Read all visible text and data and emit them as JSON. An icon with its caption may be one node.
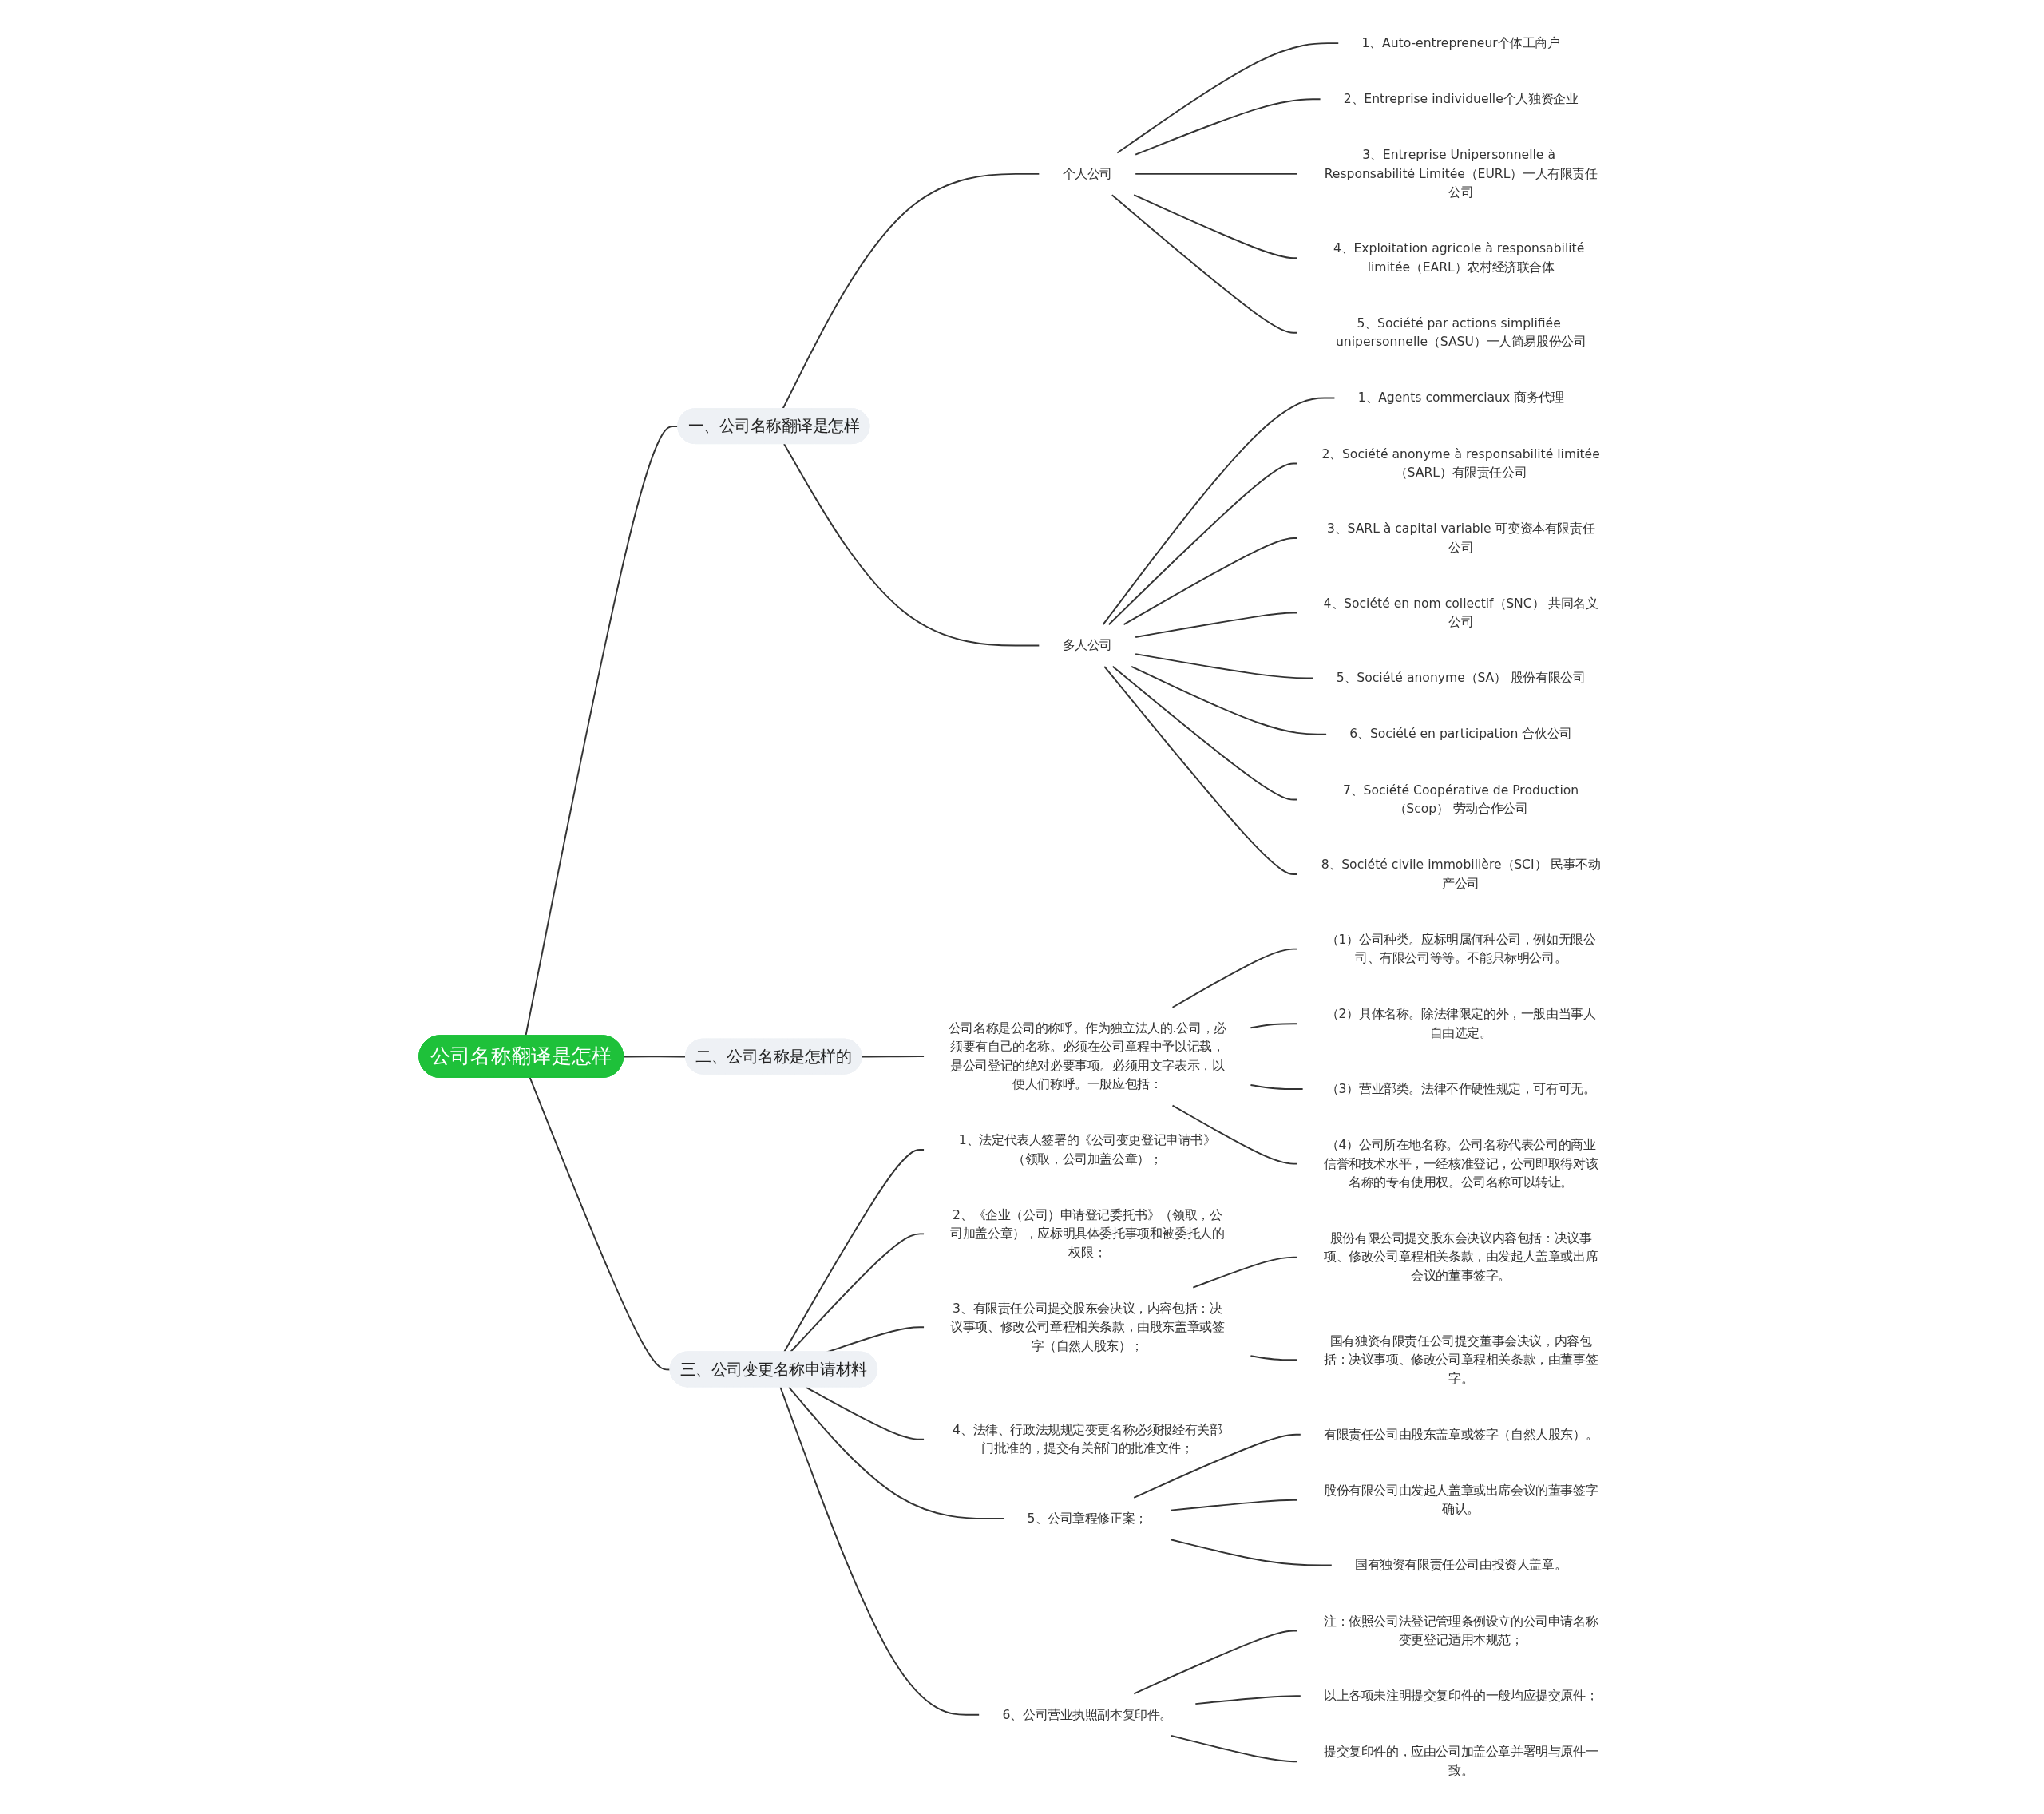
{
  "diagram": {
    "nodes": [
      {
        "text": [
          "公司名称翻译是怎样"
        ]
      },
      {
        "text": [
          "一、公司名称翻译是怎样"
        ]
      },
      {
        "text": [
          "个人公司"
        ]
      },
      {
        "text": [
          "1、Auto-entrepreneur个体工商户"
        ]
      },
      {
        "text": [
          "2、Entreprise individuelle个人独资企业"
        ]
      },
      {
        "text": [
          "3、Entreprise Unipersonnelle à Responsabilité Limitée（EURL）一人有限责任公司"
        ]
      },
      {
        "text": [
          "4、Exploitation agricole à responsabilité limitée（EARL）农村经济联合体"
        ]
      },
      {
        "text": [
          "5、Société par actions simplifiée unipersonnelle（SASU）一人简易股份公司"
        ]
      },
      {
        "text": [
          "多人公司"
        ]
      },
      {
        "text": [
          "1、Agents commerciaux 商务代理"
        ]
      },
      {
        "text": [
          "2、Société anonyme à responsabilité limitée（SARL）有限责任公司"
        ]
      },
      {
        "text": [
          "3、SARL à capital variable 可变资本有限责任公司"
        ]
      },
      {
        "text": [
          "4、Société en nom collectif（SNC） 共同名义公司"
        ]
      },
      {
        "text": [
          "5、Société anonyme（SA） 股份有限公司"
        ]
      },
      {
        "text": [
          "6、Société en participation 合伙公司"
        ]
      },
      {
        "text": [
          "7、Société Coopérative de Production（Scop） 劳动合作公司"
        ]
      },
      {
        "text": [
          "8、Société civile immobilière（SCI） 民事不动产公司"
        ]
      },
      {
        "text": [
          "二、公司名称是怎样的"
        ]
      },
      {
        "text": [
          "公司名称是公司的称呼。作为独立法人的.公司，必须要有自己的名称。必须在公司章程中予以记载，是公司登记的绝对必要事项。必须用文字表示，以便人们称呼。一般应包括："
        ]
      },
      {
        "text": [
          "（1）公司种类。应标明属何种公司，例如无限公司、有限公司等等。不能只标明公司。"
        ]
      },
      {
        "text": [
          "（2）具体名称。除法律限定的外，一般由当事人自由选定。"
        ]
      },
      {
        "text": [
          "（3）营业部类。法律不作硬性规定，可有可无。"
        ]
      },
      {
        "text": [
          "（4）公司所在地名称。公司名称代表公司的商业信誉和技术水平，一经核准登记，公司即取得对该名称的专有使用权。公司名称可以转让。"
        ]
      },
      {
        "text": [
          "三、公司变更名称申请材料"
        ]
      },
      {
        "text": [
          "1、法定代表人签署的《公司变更登记申请书》（领取，公司加盖公章）；"
        ]
      },
      {
        "text": [
          "2、《企业（公司）申请登记委托书》（领取，公司加盖公章），应标明具体委托事项和被委托人的权限；"
        ]
      },
      {
        "text": [
          "3、有限责任公司提交股东会决议，内容包括：决议事项、修改公司章程相关条款，由股东盖章或签字（自然人股东）；"
        ]
      },
      {
        "text": [
          "股份有限公司提交股东会决议内容包括：决议事项、修改公司章程相关条款，由发起人盖章或出席会议的董事签字。"
        ]
      },
      {
        "text": [
          "国有独资有限责任公司提交董事会决议，内容包括：决议事项、修改公司章程相关条款，由董事签字。"
        ]
      },
      {
        "text": [
          "4、法律、行政法规规定变更名称必须报经有关部门批准的，提交有关部门的批准文件；"
        ]
      },
      {
        "text": [
          "5、公司章程修正案；"
        ]
      },
      {
        "text": [
          "有限责任公司由股东盖章或签字（自然人股东）。"
        ]
      },
      {
        "text": [
          "股份有限公司由发起人盖章或出席会议的董事签字确认。"
        ]
      },
      {
        "text": [
          "国有独资有限责任公司由投资人盖章。"
        ]
      },
      {
        "text": [
          "6、公司营业执照副本复印件。"
        ]
      },
      {
        "text": [
          "注：依照公司法登记管理条例设立的公司申请名称变更登记适用本规范；"
        ]
      },
      {
        "text": [
          "以上各项未注明提交复印件的一般均应提交原件；"
        ]
      },
      {
        "text": [
          "提交复印件的，应由公司加盖公章并署明与原件一致。"
        ]
      }
    ],
    "edges": [
      {
        "from": 0,
        "to": 1,
        "arrow": "none"
      },
      {
        "from": 1,
        "to": 2,
        "arrow": "none"
      },
      {
        "from": 2,
        "to": 3,
        "arrow": "none"
      },
      {
        "from": 2,
        "to": 4,
        "arrow": "none"
      },
      {
        "from": 2,
        "to": 5,
        "arrow": "none"
      },
      {
        "from": 2,
        "to": 6,
        "arrow": "none"
      },
      {
        "from": 2,
        "to": 7,
        "arrow": "none"
      },
      {
        "from": 1,
        "to": 8,
        "arrow": "none"
      },
      {
        "from": 8,
        "to": 9,
        "arrow": "none"
      },
      {
        "from": 8,
        "to": 10,
        "arrow": "none"
      },
      {
        "from": 8,
        "to": 11,
        "arrow": "none"
      },
      {
        "from": 8,
        "to": 12,
        "arrow": "none"
      },
      {
        "from": 8,
        "to": 13,
        "arrow": "none"
      },
      {
        "from": 8,
        "to": 14,
        "arrow": "none"
      },
      {
        "from": 8,
        "to": 15,
        "arrow": "none"
      },
      {
        "from": 8,
        "to": 16,
        "arrow": "none"
      },
      {
        "from": 0,
        "to": 17,
        "arrow": "none"
      },
      {
        "from": 17,
        "to": 18,
        "arrow": "none"
      },
      {
        "from": 18,
        "to": 19,
        "arrow": "none"
      },
      {
        "from": 18,
        "to": 20,
        "arrow": "none"
      },
      {
        "from": 18,
        "to": 21,
        "arrow": "none"
      },
      {
        "from": 18,
        "to": 22,
        "arrow": "none"
      },
      {
        "from": 0,
        "to": 23,
        "arrow": "none"
      },
      {
        "from": 23,
        "to": 24,
        "arrow": "none"
      },
      {
        "from": 23,
        "to": 25,
        "arrow": "none"
      },
      {
        "from": 23,
        "to": 26,
        "arrow": "none"
      },
      {
        "from": 26,
        "to": 27,
        "arrow": "none"
      },
      {
        "from": 26,
        "to": 28,
        "arrow": "none"
      },
      {
        "from": 23,
        "to": 29,
        "arrow": "none"
      },
      {
        "from": 23,
        "to": 30,
        "arrow": "none"
      },
      {
        "from": 30,
        "to": 31,
        "arrow": "none"
      },
      {
        "from": 30,
        "to": 32,
        "arrow": "none"
      },
      {
        "from": 30,
        "to": 33,
        "arrow": "none"
      },
      {
        "from": 23,
        "to": 34,
        "arrow": "none"
      },
      {
        "from": 34,
        "to": 35,
        "arrow": "none"
      },
      {
        "from": 34,
        "to": 36,
        "arrow": "none"
      },
      {
        "from": 34,
        "to": 37,
        "arrow": "none"
      }
    ]
  }
}
